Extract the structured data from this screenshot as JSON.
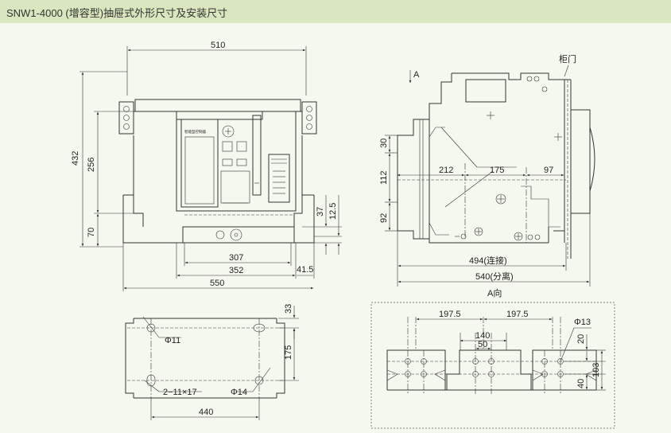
{
  "header": {
    "title": "SNW1-4000 (增容型)抽屉式外形尺寸及安装尺寸"
  },
  "front_view": {
    "dim_top": "510",
    "dim_height_total": "432",
    "dim_height_mid": "256",
    "dim_height_bottom": "70",
    "dim_right_37": "37",
    "dim_right_12_5": "12.5",
    "dim_307": "307",
    "dim_352": "352",
    "dim_41_5": "41.5",
    "dim_550": "550",
    "panel_label": "智能型控制器"
  },
  "side_view": {
    "label_cabinet_door": "柜门",
    "label_view_arrow": "A",
    "dim_30": "30",
    "dim_112": "112",
    "dim_92": "92",
    "dim_212": "212",
    "dim_175": "175",
    "dim_97": "97",
    "dim_494": "494(连接)",
    "dim_540": "540(分离)",
    "view_a_label": "A向"
  },
  "mount_view": {
    "dim_33": "33",
    "dim_175": "175",
    "dim_phi11": "Φ11",
    "dim_slot": "2−11×17",
    "dim_phi14": "Φ14",
    "dim_440": "440"
  },
  "terminal_view": {
    "dim_197_5_left": "197.5",
    "dim_197_5_right": "197.5",
    "dim_140": "140",
    "dim_50": "50",
    "dim_phi13": "Φ13",
    "dim_20": "20",
    "dim_103": "103",
    "dim_40": "40"
  }
}
